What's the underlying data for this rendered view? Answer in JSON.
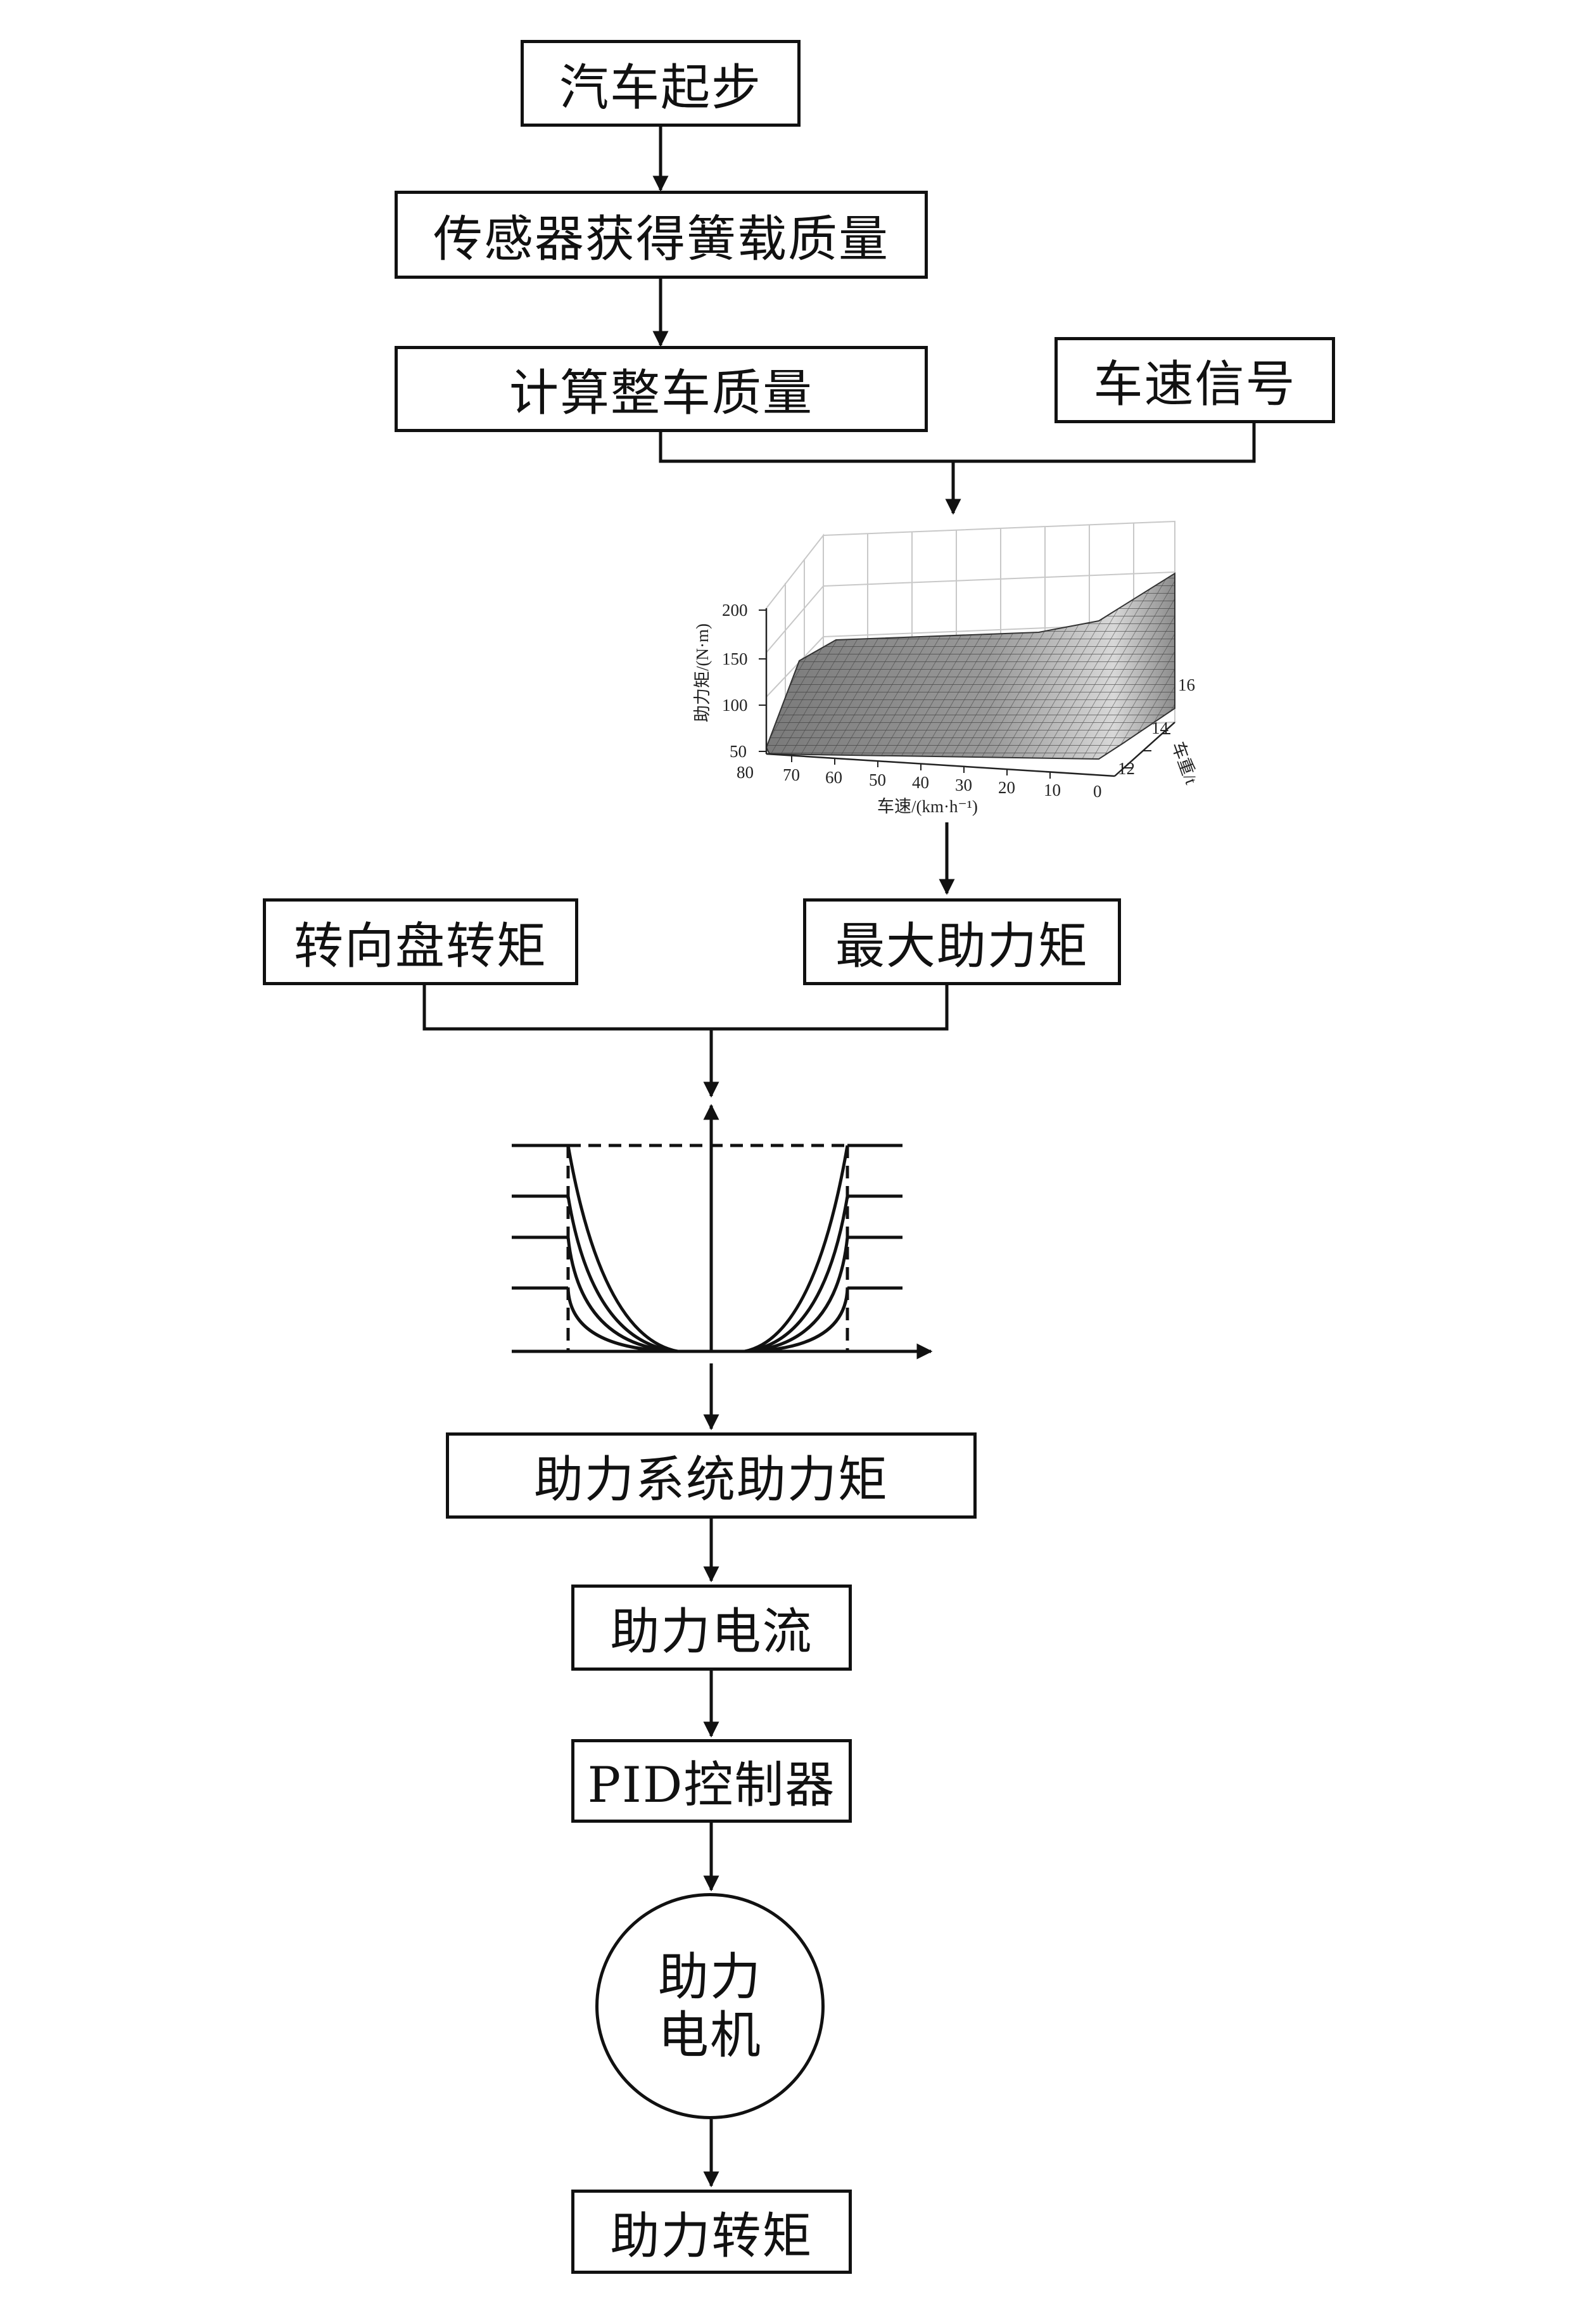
{
  "flowchart": {
    "nodes": {
      "car_start": "汽车起步",
      "sensor_mass": "传感器获得簧载质量",
      "calc_mass": "计算整车质量",
      "speed_signal": "车速信号",
      "steering_torque": "转向盘转矩",
      "max_assist": "最大助力矩",
      "system_assist": "助力系统助力矩",
      "assist_current": "助力电流",
      "pid": "PID控制器",
      "motor_line1": "助力",
      "motor_line2": "电机",
      "assist_torque": "助力转矩"
    },
    "surface_plot": {
      "zlabel": "助力矩/(N·m)",
      "xlabel": "车速/(km·h⁻¹)",
      "ylabel": "车重/t",
      "z_ticks": [
        "200",
        "150",
        "100",
        "50"
      ],
      "x_ticks": [
        "80",
        "70",
        "60",
        "50",
        "40",
        "30",
        "20",
        "10",
        "0"
      ],
      "y_ticks": [
        "12",
        "14",
        "16"
      ]
    },
    "boost_curve": {
      "curve_count": 4
    }
  }
}
